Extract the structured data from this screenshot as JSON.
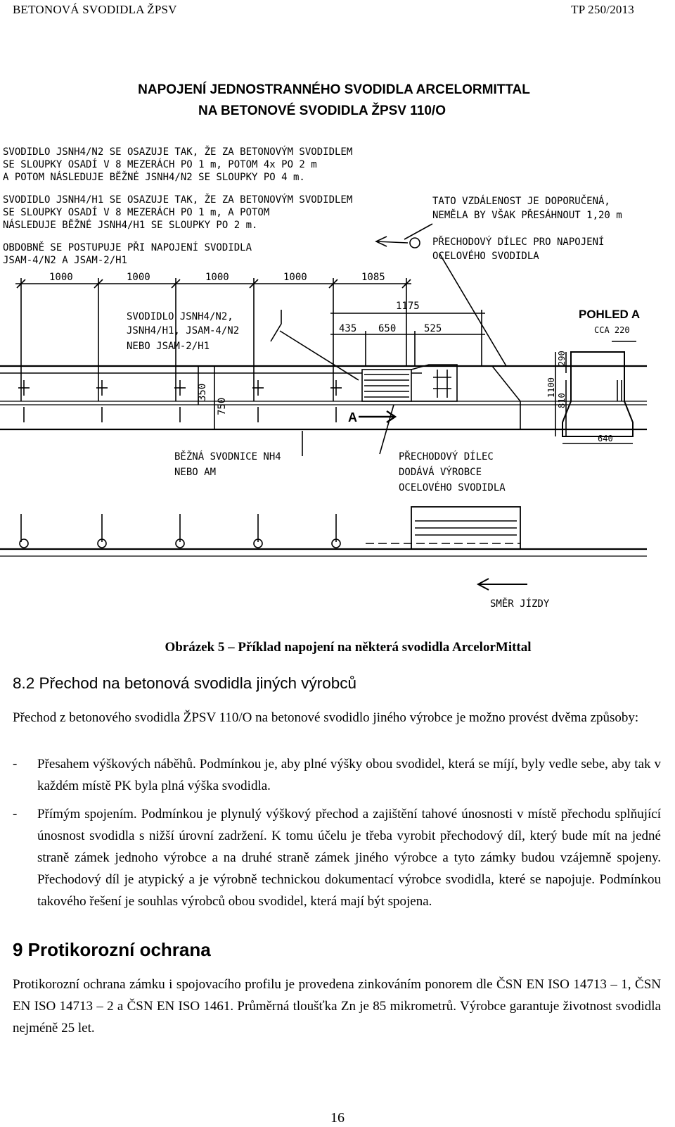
{
  "header": {
    "left": "BETONOVÁ SVODIDLA ŽPSV",
    "right": "TP 250/2013"
  },
  "figure": {
    "title_line1": "NAPOJENÍ JEDNOSTRANNÉHO SVODIDLA ARCELORMITTAL",
    "title_line2": "NA BETONOVÉ SVODIDLA ŽPSV 110/O",
    "note1": [
      "SVODIDLO JSNH4/N2 SE OSAZUJE TAK, ŽE ZA BETONOVÝM SVODIDLEM",
      "SE SLOUPKY OSADÍ V 8 MEZERÁCH PO 1 m, POTOM 4x PO 2 m",
      "A POTOM NÁSLEDUJE BĚŽNÉ JSNH4/N2 SE SLOUPKY PO 4 m."
    ],
    "note2": [
      "SVODIDLO JSNH4/H1 SE OSAZUJE TAK, ŽE ZA BETONOVÝM SVODIDLEM",
      "SE SLOUPKY OSADÍ V 8 MEZERÁCH PO 1 m,  A POTOM",
      "NÁSLEDUJE BĚŽNÉ JSNH4/H1 SE SLOUPKY PO 2 m."
    ],
    "note3": [
      "OBDOBNĚ SE POSTUPUJE PŘI NAPOJENÍ SVODIDLA",
      "JSAM-4/N2 A JSAM-2/H1"
    ],
    "note_right": [
      "TATO VZDÁLENOST JE DOPORUČENÁ,",
      "NEMĚLA BY VŠAK PŘESÁHNOUT 1,20 m"
    ],
    "transition_note": [
      "PŘECHODOVÝ DÍLEC PRO NAPOJENÍ",
      "OCELOVÉHO SVODIDLA"
    ],
    "dims_top": [
      "1000",
      "1000",
      "1000",
      "1000",
      "1085"
    ],
    "dim_1175": "1175",
    "dims_mid": [
      "435",
      "650",
      "525"
    ],
    "guardrail_types": [
      "SVODIDLO JSNH4/N2,",
      "JSNH4/H1, JSAM-4/N2",
      "NEBO JSAM-2/H1"
    ],
    "dim_350": "350",
    "dim_750": "750",
    "arrow_A": "A",
    "view_title": "POHLED A",
    "view_cca": "CCA 220",
    "view_dims": {
      "d1100": "1100",
      "d290": "290",
      "d810": "810",
      "d640": "640"
    },
    "running_rail": [
      "BĚŽNÁ SVODNICE NH4",
      "NEBO AM"
    ],
    "transition_supply": [
      "PŘECHODOVÝ DÍLEC",
      "DODÁVÁ VÝROBCE",
      "OCELOVÉHO SVODIDLA"
    ],
    "direction": "SMĚR JÍZDY"
  },
  "caption": "Obrázek 5 – Příklad napojení na některá svodidla ArcelorMittal",
  "section_8_2": {
    "heading": "8.2 Přechod na betonová svodidla jiných výrobců",
    "intro": "Přechod z betonového svodidla ŽPSV 110/O na betonové svodidlo jiného výrobce je možno provést dvěma způsoby:",
    "bullet1_dash": "-",
    "bullet1": "Přesahem výškových náběhů. Podmínkou je, aby plné výšky obou svodidel, která se míjí, byly vedle sebe, aby tak v každém místě PK byla plná výška svodidla.",
    "bullet2_dash": "-",
    "bullet2": "Přímým spojením. Podmínkou je plynulý výškový přechod a zajištění tahové únosnosti v místě přechodu splňující únosnost svodidla s nižší úrovní zadržení. K tomu účelu je třeba vyrobit přechodový díl, který bude mít na jedné straně zámek jednoho výrobce a na druhé straně zámek jiného výrobce a tyto zámky budou vzájemně spojeny. Přechodový díl je atypický a je výrobně technickou dokumentací výrobce svodidla, které se napojuje. Podmínkou takového řešení je souhlas výrobců obou svodidel, která mají být spojena."
  },
  "section_9": {
    "heading": "9 Protikorozní ochrana",
    "text": "Protikorozní ochrana zámku i spojovacího profilu je provedena zinkováním ponorem dle ČSN EN ISO 14713 – 1, ČSN EN ISO 14713 – 2 a ČSN EN ISO 1461. Průměrná tloušťka Zn je 85 mikrometrů. Výrobce garantuje životnost svodidla nejméně 25 let."
  },
  "page_number": "16"
}
